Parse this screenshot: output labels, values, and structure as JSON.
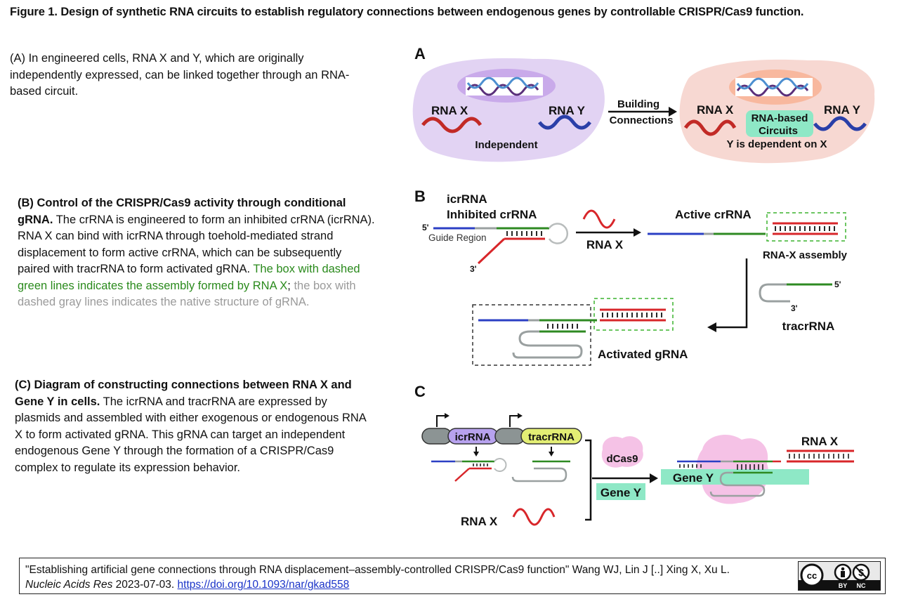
{
  "title": "Figure 1. Design of synthetic RNA circuits to establish regulatory connections between endogenous genes by controllable CRISPR/Cas9 function.",
  "caption_a": "(A) In engineered cells, RNA X and Y, which are originally independently expressed, can be linked together through an RNA-based circuit.",
  "caption_b": {
    "heading": "(B) Control of the CRISPR/Cas9 activity through conditional gRNA.",
    "body": " The crRNA is engineered to form an inhibited crRNA (icrRNA). RNA X can bind with icrRNA through toehold-mediated strand displacement to form active crRNA, which can be subsequently paired with tracrRNA to form activated gRNA. ",
    "green_note": "The box with dashed green lines indicates the assembly formed by RNA X",
    "sep": ";",
    "gray_note": " the box with dashed gray lines indicates the native structure of gRNA."
  },
  "caption_c": {
    "heading": "(C) Diagram of constructing connections between RNA X and Gene Y in cells.",
    "body": " The icrRNA and tracrRNA are expressed by plasmids and assembled with either exogenous or endogenous RNA X to form activated gRNA. This gRNA can target an independent endogenous Gene Y through the formation of a CRISPR/Cas9 complex to regulate its expression behavior."
  },
  "panel_a": {
    "letter": "A",
    "rna_x": "RNA X",
    "rna_y": "RNA Y",
    "independent": "Independent",
    "arrow_line1": "Building",
    "arrow_line2": "Connections",
    "circuit_line1": "RNA-based",
    "circuit_line2": "Circuits",
    "dependent": "Y is dependent on X"
  },
  "panel_b": {
    "letter": "B",
    "icrrna": "icrRNA",
    "inhibited": "Inhibited crRNA",
    "five_prime": "5'",
    "three_prime": "3'",
    "guide_region": "Guide Region",
    "rna_x": "RNA X",
    "active": "Active crRNA",
    "assembly": "RNA-X assembly",
    "tracrrna": "tracrRNA",
    "activated": "Activated gRNA"
  },
  "panel_c": {
    "letter": "C",
    "icrrna": "icrRNA",
    "tracrrna": "tracrRNA",
    "rna_x": "RNA X",
    "dcas9": "dCas9",
    "gene_y": "Gene Y"
  },
  "citation": {
    "line1": "\"Establishing artificial gene connections through RNA displacement–assembly-controlled CRISPR/Cas9 function\" Wang WJ, Lin J [..] Xing X, Xu L.",
    "journal": "Nucleic Acids Res",
    "date": " 2023-07-03. ",
    "doi": "https://doi.org/10.1093/nar/gkad558"
  },
  "license": {
    "cc": "cc",
    "by": "BY",
    "nc": "NC"
  },
  "colors": {
    "blue": "#2b3fc4",
    "red": "#d8262a",
    "green": "#2e8a22",
    "gray": "#9aa0a0",
    "cell_purple": "#e2d3f3",
    "cell_pink": "#f7d8d2",
    "mint": "#8ee8c6"
  }
}
